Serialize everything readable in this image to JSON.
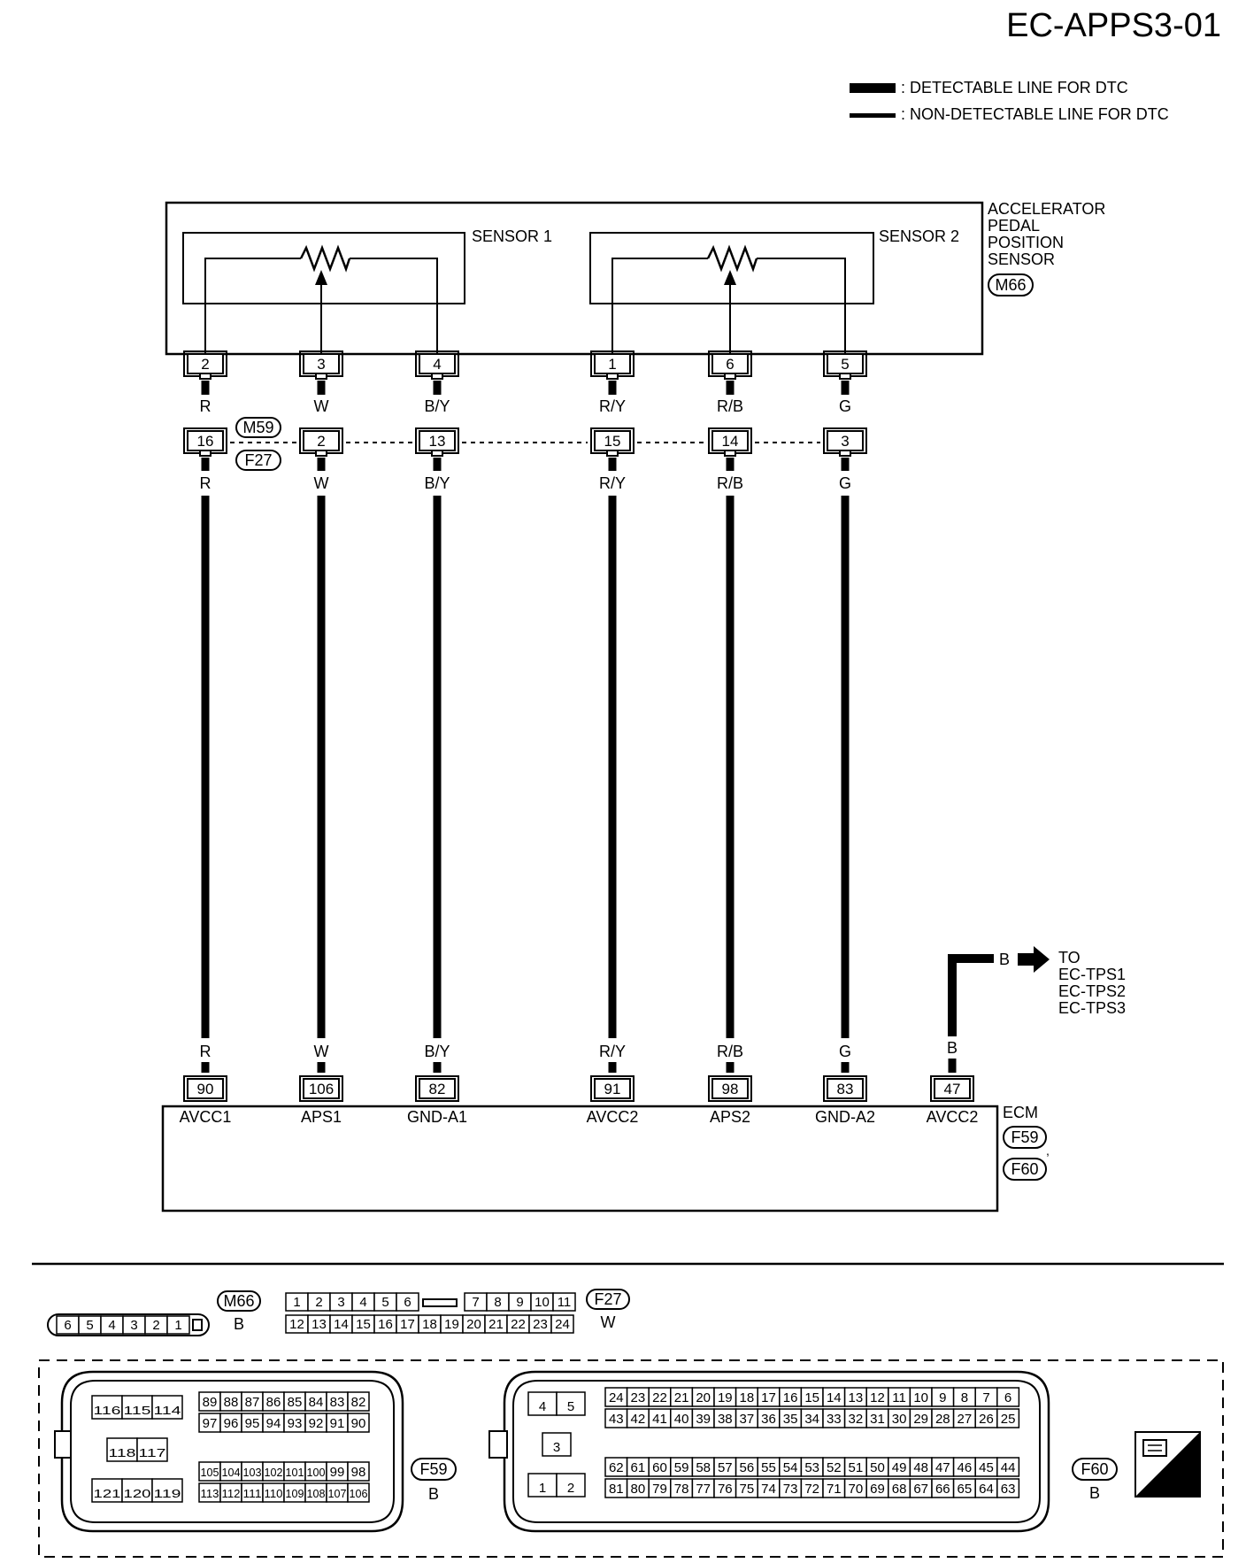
{
  "page_title": "EC-APPS3-01",
  "legend": {
    "detectable": ": DETECTABLE LINE FOR DTC",
    "non_detectable": ": NON-DETECTABLE LINE FOR DTC"
  },
  "sensor": {
    "name_lines": [
      "ACCELERATOR",
      "PEDAL",
      "POSITION",
      "SENSOR"
    ],
    "connector": "M66",
    "sensor1_label": "SENSOR 1",
    "sensor2_label": "SENSOR 2"
  },
  "joint_connectors": [
    "M59",
    "F27"
  ],
  "wires": [
    {
      "sensor_pin": "2",
      "color_top": "R",
      "joint_pin": "16",
      "color_mid": "R",
      "color_bottom": "R",
      "ecm_pin": "90",
      "ecm_label": "AVCC1"
    },
    {
      "sensor_pin": "3",
      "color_top": "W",
      "joint_pin": "2",
      "color_mid": "W",
      "color_bottom": "W",
      "ecm_pin": "106",
      "ecm_label": "APS1"
    },
    {
      "sensor_pin": "4",
      "color_top": "B/Y",
      "joint_pin": "13",
      "color_mid": "B/Y",
      "color_bottom": "B/Y",
      "ecm_pin": "82",
      "ecm_label": "GND-A1"
    },
    {
      "sensor_pin": "1",
      "color_top": "R/Y",
      "joint_pin": "15",
      "color_mid": "R/Y",
      "color_bottom": "R/Y",
      "ecm_pin": "91",
      "ecm_label": "AVCC2"
    },
    {
      "sensor_pin": "6",
      "color_top": "R/B",
      "joint_pin": "14",
      "color_mid": "R/B",
      "color_bottom": "R/B",
      "ecm_pin": "98",
      "ecm_label": "APS2"
    },
    {
      "sensor_pin": "5",
      "color_top": "G",
      "joint_pin": "3",
      "color_mid": "G",
      "color_bottom": "G",
      "ecm_pin": "83",
      "ecm_label": "GND-A2"
    }
  ],
  "extra_wire": {
    "color_top": "B",
    "color_bottom": "B",
    "ecm_pin": "47",
    "ecm_label": "AVCC2",
    "to_lines": [
      "TO",
      "EC-TPS1",
      "EC-TPS2",
      "EC-TPS3"
    ]
  },
  "ecm": {
    "name": "ECM",
    "connectors": [
      "F59",
      "F60"
    ],
    "separator": ","
  },
  "connector_views": {
    "m66": {
      "id": "M66",
      "color": "B",
      "pins": [
        "6",
        "5",
        "4",
        "3",
        "2",
        "1"
      ]
    },
    "f27": {
      "id": "F27",
      "color": "W",
      "row1_left": [
        "1",
        "2",
        "3",
        "4",
        "5",
        "6"
      ],
      "row1_right": [
        "7",
        "8",
        "9",
        "10",
        "11"
      ],
      "row2": [
        "12",
        "13",
        "14",
        "15",
        "16",
        "17",
        "18",
        "19",
        "20",
        "21",
        "22",
        "23",
        "24"
      ]
    },
    "f59": {
      "id": "F59",
      "color": "B",
      "group_a": [
        [
          "116",
          "115",
          "114"
        ],
        [
          "118",
          "117"
        ],
        [
          "121",
          "120",
          "119"
        ]
      ],
      "group_b": [
        [
          "89",
          "88",
          "87",
          "86",
          "85",
          "84",
          "83",
          "82"
        ],
        [
          "97",
          "96",
          "95",
          "94",
          "93",
          "92",
          "91",
          "90"
        ]
      ],
      "group_c": [
        [
          "105",
          "104",
          "103",
          "102",
          "101",
          "100",
          "99",
          "98"
        ],
        [
          "113",
          "112",
          "111",
          "110",
          "109",
          "108",
          "107",
          "106"
        ]
      ]
    },
    "f60": {
      "id": "F60",
      "color": "B",
      "group_a": [
        [
          "4",
          "5"
        ],
        [
          "3"
        ],
        [
          "1",
          "2"
        ]
      ],
      "group_b": [
        [
          "24",
          "23",
          "22",
          "21",
          "20",
          "19",
          "18",
          "17",
          "16",
          "15",
          "14",
          "13",
          "12",
          "11",
          "10",
          "9",
          "8",
          "7",
          "6"
        ],
        [
          "43",
          "42",
          "41",
          "40",
          "39",
          "38",
          "37",
          "36",
          "35",
          "34",
          "33",
          "32",
          "31",
          "30",
          "29",
          "28",
          "27",
          "26",
          "25"
        ]
      ],
      "group_c": [
        [
          "62",
          "61",
          "60",
          "59",
          "58",
          "57",
          "56",
          "55",
          "54",
          "53",
          "52",
          "51",
          "50",
          "49",
          "48",
          "47",
          "46",
          "45",
          "44"
        ],
        [
          "81",
          "80",
          "79",
          "78",
          "77",
          "76",
          "75",
          "74",
          "73",
          "72",
          "71",
          "70",
          "69",
          "68",
          "67",
          "66",
          "65",
          "64",
          "63"
        ]
      ]
    }
  },
  "hs_badge": "H.S."
}
